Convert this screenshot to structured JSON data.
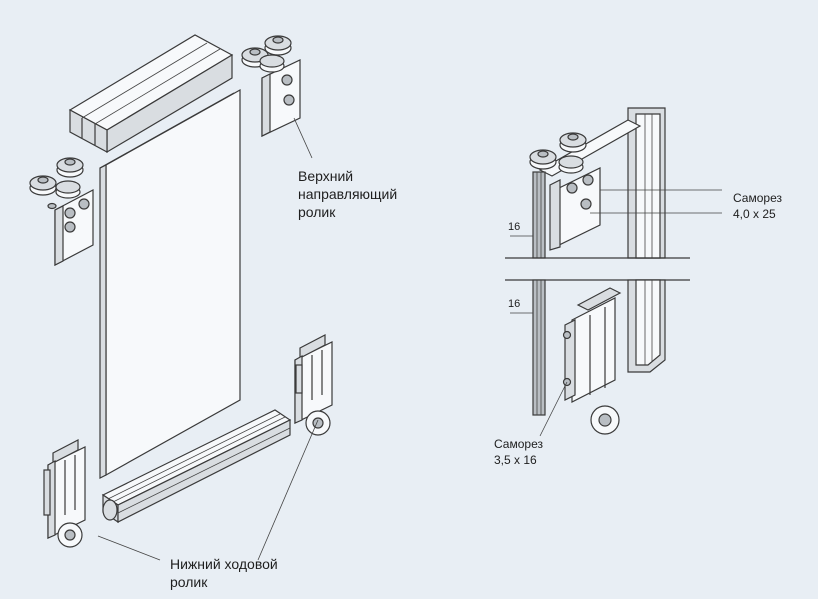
{
  "labels": {
    "top_roller": "Верхний\nнаправляющий\nролик",
    "bottom_roller": "Нижний ходовой\nролик",
    "screw_top": "Саморез\n4,0 x 25",
    "screw_bottom": "Саморез\n3,5 x 16",
    "dim_top": "16",
    "dim_bottom": "16"
  },
  "colors": {
    "background": "#e8eef4",
    "line": "#3a3a3a",
    "panel": "#f7f9fb",
    "metal": "#d9dde1"
  }
}
